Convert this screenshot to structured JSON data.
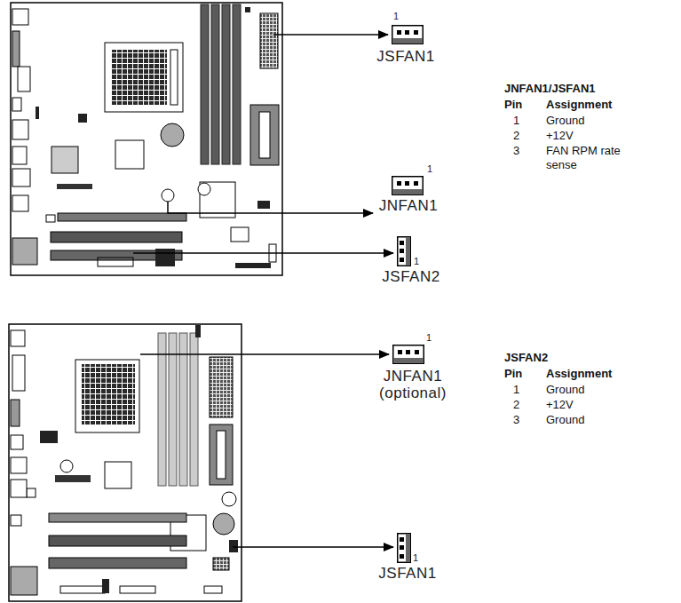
{
  "diagram": {
    "nodes": [
      {
        "text": [
          "1",
          "JSFAN1"
        ]
      },
      {
        "text": [
          "1",
          "JNFAN1"
        ]
      },
      {
        "text": [
          "1",
          "JSFAN2"
        ]
      },
      {
        "text": [
          "1",
          "JNFAN1 (optional)"
        ]
      },
      {
        "text": [
          "1",
          "JSFAN1"
        ]
      }
    ],
    "labels": [
      "JNFAN1/JSFAN1",
      "Pin",
      "Assignment",
      "1",
      "Ground",
      "2",
      "+12V",
      "3",
      "FAN RPM rate sense",
      "JSFAN2",
      "Pin",
      "Assignment",
      "1",
      "Ground",
      "2",
      "+12V",
      "3",
      "Ground"
    ]
  }
}
